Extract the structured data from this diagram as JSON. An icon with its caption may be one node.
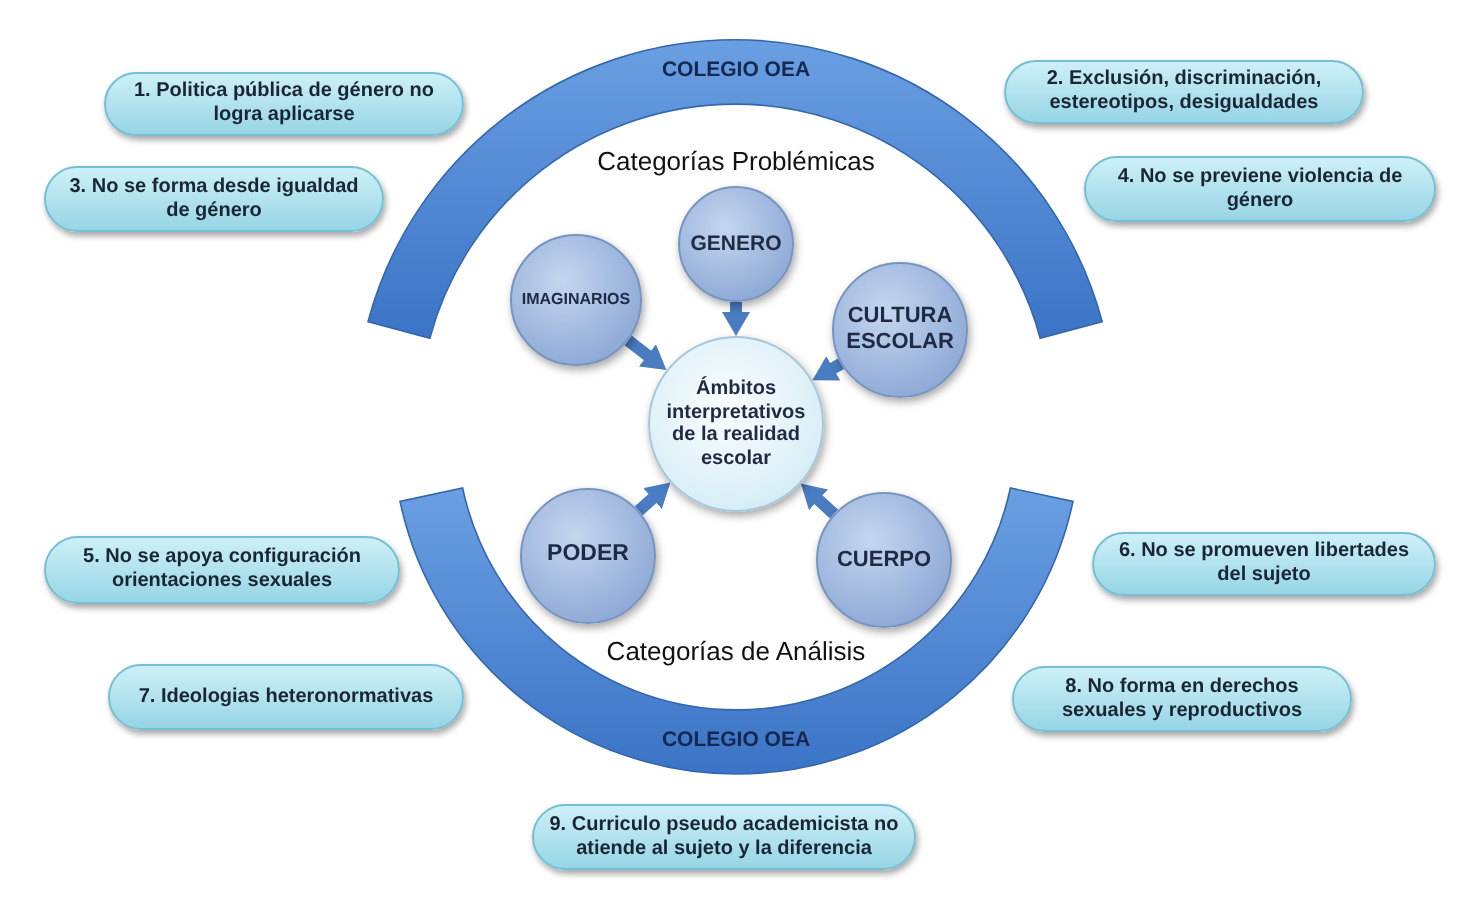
{
  "diagram": {
    "nodes": [
      {
        "text": [
          "1. Politica pública de género no logra aplicarse"
        ]
      },
      {
        "text": [
          "COLEGIO OEA",
          "Categorías Problémicas"
        ]
      },
      {
        "text": [
          "2. Exclusión, discriminación, estereotipos, desigualdades"
        ]
      },
      {
        "text": [
          "3. No se forma desde igualdad de género"
        ]
      },
      {
        "text": [
          "4. No se previene violencia de género"
        ]
      },
      {
        "text": [
          "GENERO"
        ]
      },
      {
        "text": [
          "IMAGINARIOS"
        ]
      },
      {
        "text": [
          "CULTURA ESCOLAR"
        ]
      },
      {
        "text": [
          "Ámbitos interpretativos de la realidad escolar"
        ]
      },
      {
        "text": [
          "PODER"
        ]
      },
      {
        "text": [
          "CUERPO"
        ]
      },
      {
        "text": [
          "5. No se apoya configuración orientaciones sexuales"
        ]
      },
      {
        "text": [
          "6. No se promueven libertades del sujeto"
        ]
      },
      {
        "text": [
          "Categorías de Análisis",
          "COLEGIO OEA"
        ]
      },
      {
        "text": [
          "7. Ideologias heteronormativas"
        ]
      },
      {
        "text": [
          "8. No forma en derechos sexuales y reproductivos"
        ]
      },
      {
        "text": [
          "9. Curriculo pseudo academicista no atiende al sujeto y la diferencia"
        ]
      }
    ],
    "edges": [
      {
        "from": 5,
        "to": 8,
        "arrow": "to"
      },
      {
        "from": 6,
        "to": 8,
        "arrow": "to"
      },
      {
        "from": 7,
        "to": 8,
        "arrow": "to"
      },
      {
        "from": 9,
        "to": 8,
        "arrow": "to"
      },
      {
        "from": 10,
        "to": 8,
        "arrow": "to"
      }
    ]
  }
}
